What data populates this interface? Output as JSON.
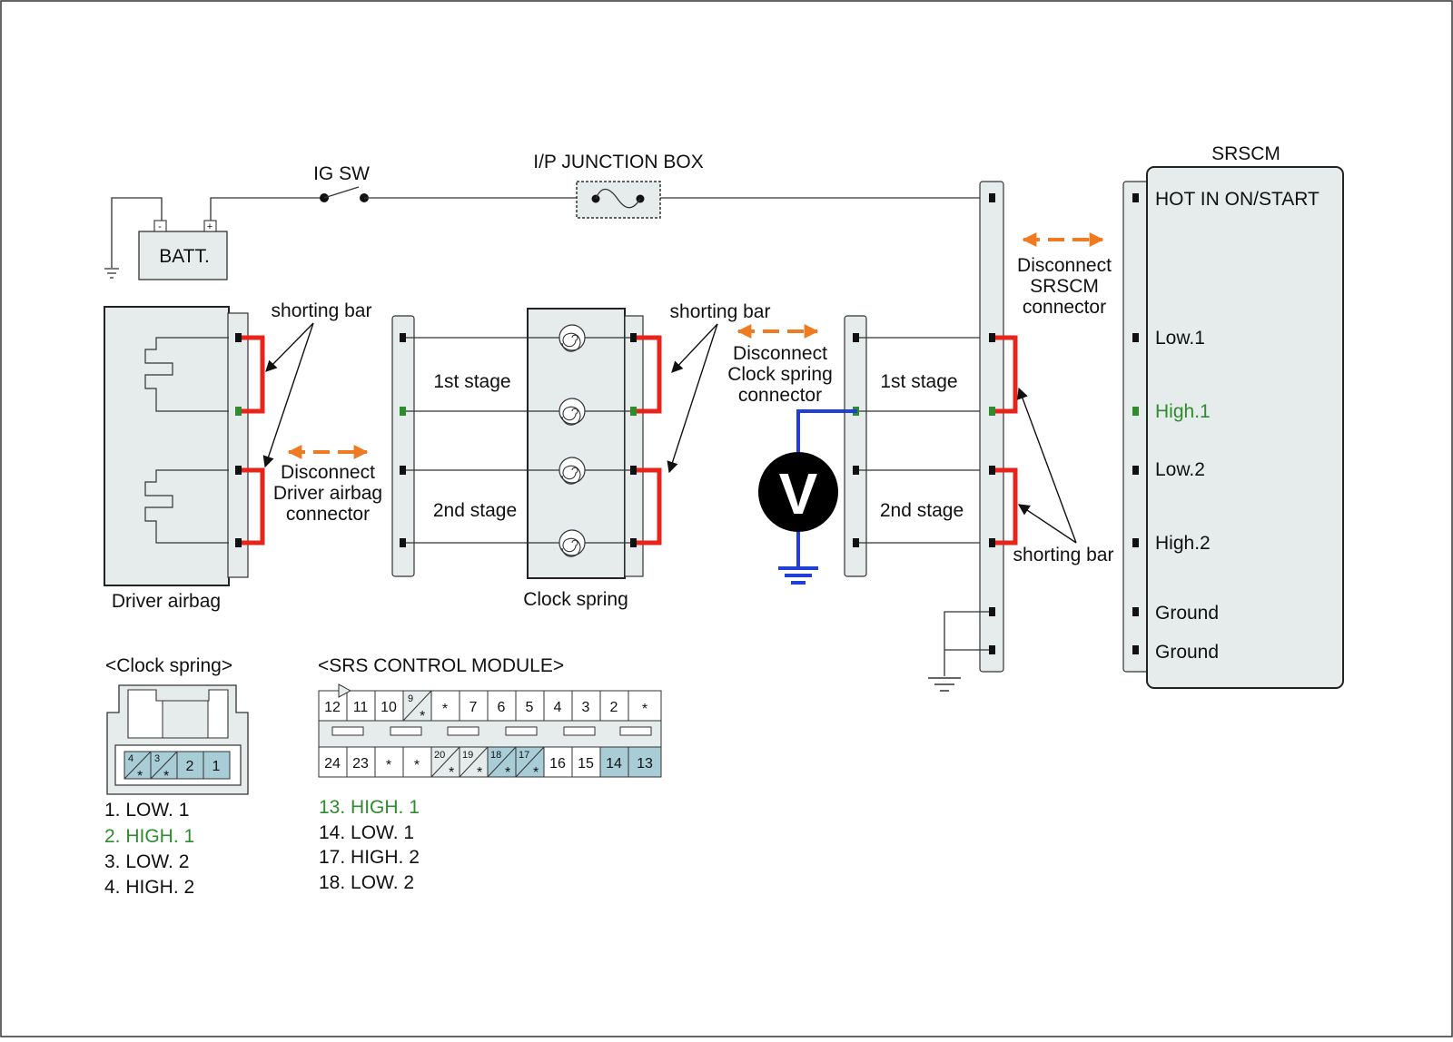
{
  "labels": {
    "ig_sw": "IG SW",
    "ip_junction_box": "I/P JUNCTION BOX",
    "srscm": "SRSCM",
    "batt": "BATT.",
    "batt_minus": "-",
    "batt_plus": "+",
    "shorting_bar_1": "shorting bar",
    "shorting_bar_2": "shorting bar",
    "shorting_bar_3": "shorting bar",
    "disconnect_driver_airbag": [
      "Disconnect",
      "Driver airbag",
      "connector"
    ],
    "disconnect_clock_spring": [
      "Disconnect",
      "Clock spring",
      "connector"
    ],
    "disconnect_srscm": [
      "Disconnect",
      "SRSCM",
      "connector"
    ],
    "stage_1_left": "1st stage",
    "stage_2_left": "2nd stage",
    "stage_1_right": "1st stage",
    "stage_2_right": "2nd stage",
    "driver_airbag": "Driver airbag",
    "clock_spring": "Clock spring",
    "voltmeter": "V"
  },
  "srscm_pins": {
    "hot": "HOT IN ON/START",
    "low1": "Low.1",
    "high1": "High.1",
    "low2": "Low.2",
    "high2": "High.2",
    "ground1": "Ground",
    "ground2": "Ground"
  },
  "clock_spring_connector": {
    "title": "<Clock spring>",
    "cells": [
      "4",
      "*",
      "3",
      "*",
      "2",
      "1"
    ],
    "legend": [
      "1. LOW. 1",
      "2. HIGH. 1",
      "3. LOW. 2",
      "4. HIGH. 2"
    ]
  },
  "srs_module_connector": {
    "title": "<SRS CONTROL MODULE>",
    "top_row": [
      "12",
      "11",
      "10",
      "9",
      "*",
      "*",
      "7",
      "6",
      "5",
      "4",
      "3",
      "2",
      "*"
    ],
    "bottom_row": [
      "24",
      "23",
      "*",
      "*",
      "20",
      "*",
      "19",
      "*",
      "18",
      "*",
      "17",
      "*",
      "16",
      "15",
      "14",
      "13"
    ],
    "legend": [
      "13. HIGH. 1",
      "14. LOW. 1",
      "17. HIGH. 2",
      "18. LOW. 2"
    ]
  },
  "colors": {
    "shorting_bar": "#e8231a",
    "arrow_orange": "#f07a22",
    "probe_blue": "#1f3fd6",
    "highlight_green": "#2e8b2e",
    "panel_fill": "#e6ebeb",
    "cell_highlight": "#a9cdd6"
  }
}
